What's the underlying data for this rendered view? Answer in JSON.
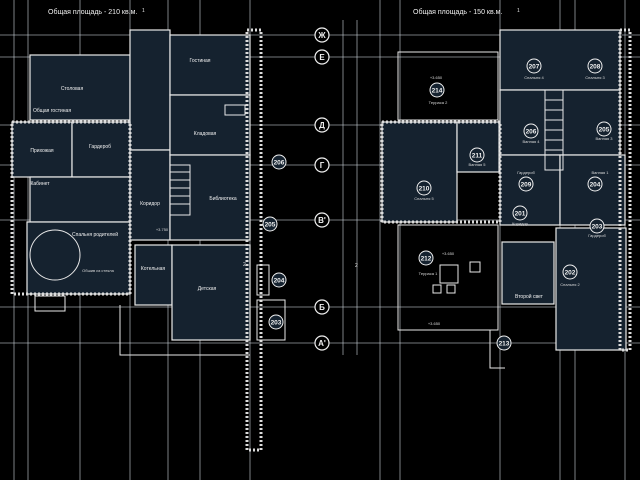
{
  "plans": [
    {
      "title": "Общая площадь - 210 кв.м."
    },
    {
      "title": "Общая площадь - 150 кв.м."
    }
  ],
  "axes": [
    "Ж",
    "Е",
    "Д",
    "Г",
    "В'",
    "Б",
    "А'"
  ],
  "left_rooms": {
    "living": "Гостиная",
    "dining": "Столовая",
    "dining_note": "Общая гостиная",
    "hall": "Прихожая",
    "wardrobe": "Гардероб",
    "cabinet": "Кабинет",
    "parents": "Спальня родителей",
    "library": "Библиотека",
    "nursery": "Детская",
    "boiler": "Котельная",
    "storage": "Кладовая",
    "corridor": "Коридор",
    "level": "+3.750",
    "note": "Обшив из стекла"
  },
  "right_rooms": {
    "r201": {
      "num": "201",
      "name": "Коридор"
    },
    "r202": {
      "num": "202",
      "name": "Спальня 2"
    },
    "r203": {
      "num": "203",
      "name": "Гардероб"
    },
    "r204": {
      "num": "204",
      "name": "Ванная 1"
    },
    "r205": {
      "num": "205",
      "name": "Ванная 3"
    },
    "r206": {
      "num": "206",
      "name": "Ванная 4"
    },
    "r207": {
      "num": "207",
      "name": "Спальня 4"
    },
    "r208": {
      "num": "208",
      "name": "Спальня 3"
    },
    "r209": {
      "num": "209",
      "name": "Гардероб"
    },
    "r210": {
      "num": "210",
      "name": "Спальня 5"
    },
    "r211": {
      "num": "211",
      "name": "Ванная 5"
    },
    "r212": {
      "num": "212",
      "name": "Терраса 1"
    },
    "r213": {
      "num": "213",
      "name": ""
    },
    "r214": {
      "num": "214",
      "name": "Терраса 2"
    },
    "second_light": "Второй свет",
    "level1": "+3.650",
    "level2": "+3.650",
    "level3": "+3.650"
  },
  "side_nums": [
    "206",
    "205",
    "204",
    "203"
  ],
  "markers": {
    "section": "2",
    "one": "1"
  }
}
